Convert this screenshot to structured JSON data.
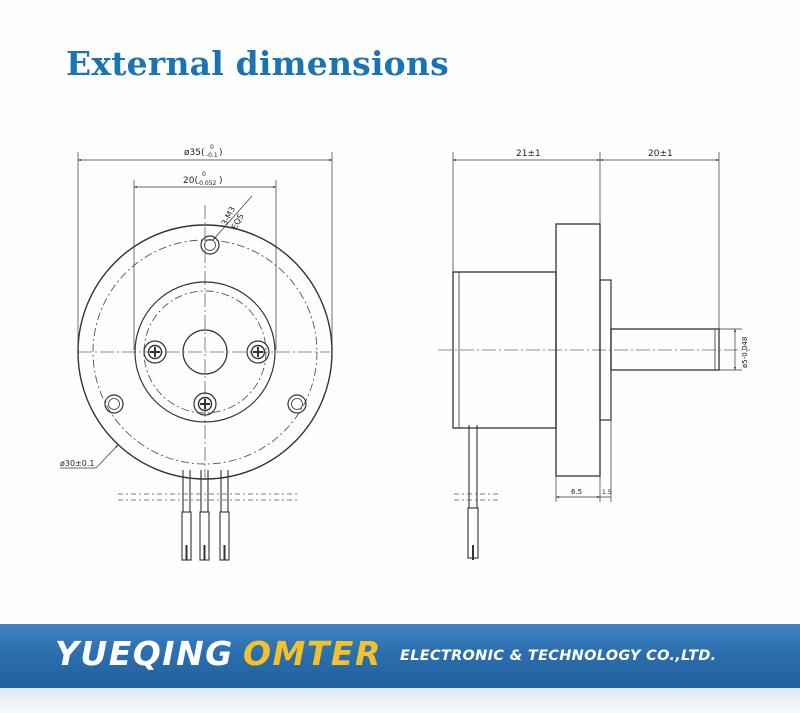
{
  "title": "External dimensions",
  "front_view": {
    "dim_outer_main": "ø35(",
    "dim_outer_tol_top": "0",
    "dim_outer_tol_bot": "-0.1",
    "dim_outer_close": ")",
    "dim_inner_main": "20(",
    "dim_inner_tol_top": "0",
    "dim_inner_tol_bot": "-0.052",
    "dim_inner_close": ")",
    "dim_hole_a": "3-M3",
    "dim_hole_b": "EQS",
    "dim_pcd": "ø30±0.1"
  },
  "side_view": {
    "dim_body": "21±1",
    "dim_shaft": "20±1",
    "dim_shaft_dia": "ø5-0.048",
    "dim_flange": "6.5",
    "dim_step": "1.5"
  },
  "banner": {
    "brand_part1": "YUEQING",
    "brand_part2": "OMTER",
    "company": "ELECTRONIC & TECHNOLOGY CO.,LTD."
  }
}
